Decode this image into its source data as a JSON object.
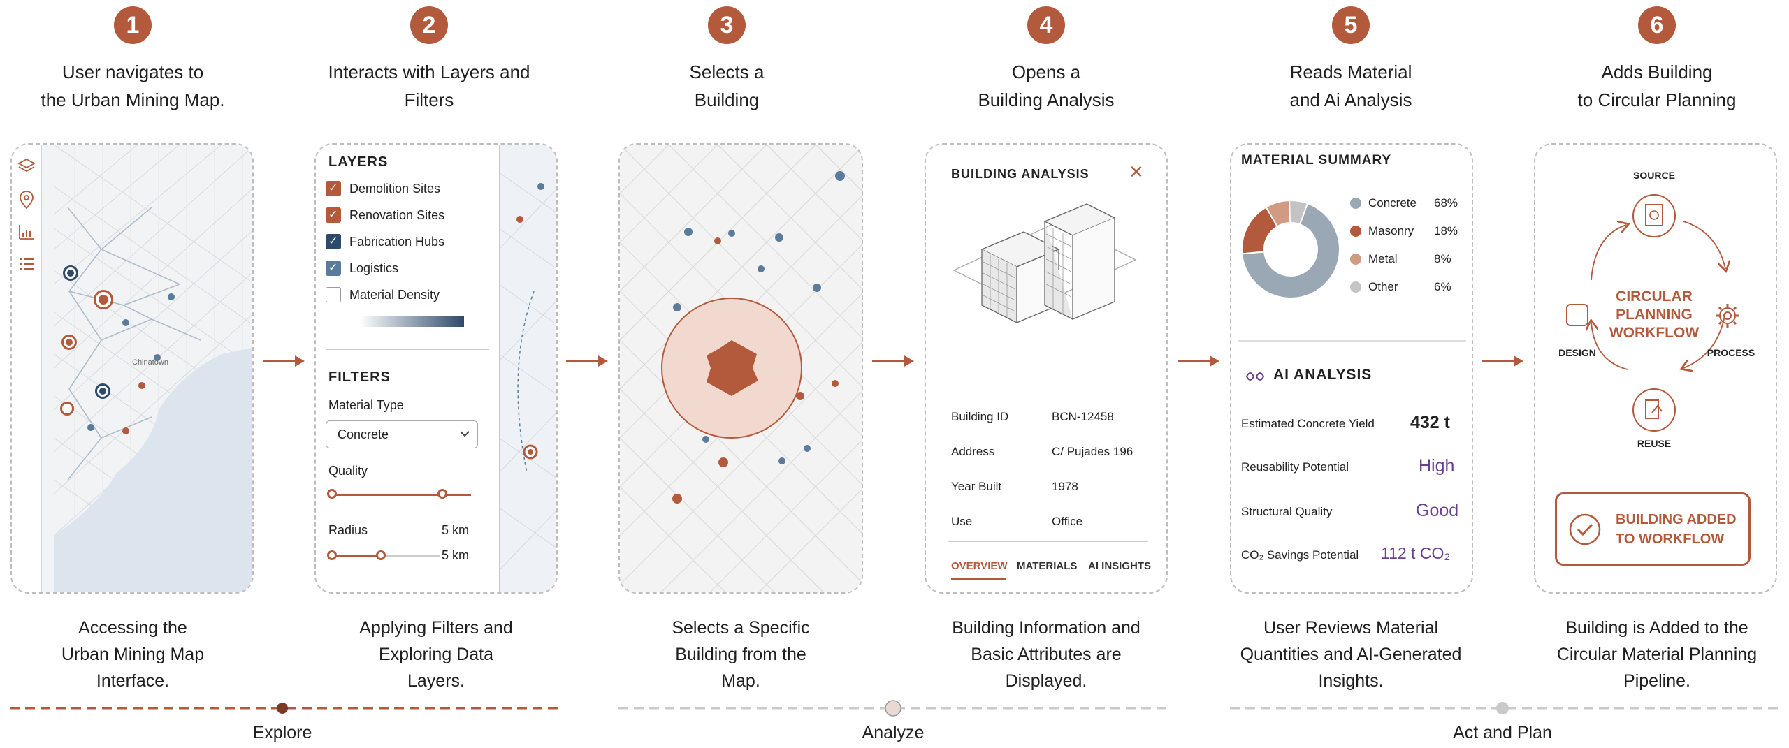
{
  "steps": [
    {
      "num": "1",
      "title_l1": "User navigates to",
      "title_l2": "the Urban Mining Map.",
      "cap_l1": "Accessing the",
      "cap_l2": "Urban Mining Map",
      "cap_l3": "Interface."
    },
    {
      "num": "2",
      "title_l1": "Interacts with Layers and",
      "title_l2": "Filters",
      "cap_l1": "Applying Filters and",
      "cap_l2": "Exploring Data",
      "cap_l3": "Layers."
    },
    {
      "num": "3",
      "title_l1": "Selects a",
      "title_l2": "Building",
      "cap_l1": "Selects a Specific",
      "cap_l2": "Building from the",
      "cap_l3": "Map."
    },
    {
      "num": "4",
      "title_l1": "Opens a",
      "title_l2": "Building Analysis",
      "cap_l1": "Building Information and",
      "cap_l2": "Basic Attributes are",
      "cap_l3": "Displayed."
    },
    {
      "num": "5",
      "title_l1": "Reads Material",
      "title_l2": "and Ai Analysis",
      "cap_l1": "User Reviews Material",
      "cap_l2": "Quantities and AI-Generated",
      "cap_l3": "Insights."
    },
    {
      "num": "6",
      "title_l1": "Adds Building",
      "title_l2": "to Circular Planning",
      "cap_l1": "Building is Added to the",
      "cap_l2": "Circular Material Planning",
      "cap_l3": "Pipeline."
    }
  ],
  "phases": [
    "Explore",
    "Analyze",
    "Act and Plan"
  ],
  "map_label": "Chinatown",
  "layers_panel": {
    "layers_title": "LAYERS",
    "layers": [
      {
        "label": "Demolition Sites",
        "checked": true,
        "color": "#b35a3c"
      },
      {
        "label": "Renovation Sites",
        "checked": true,
        "color": "#b35a3c"
      },
      {
        "label": "Fabrication Hubs",
        "checked": true,
        "color": "#2e4a6b"
      },
      {
        "label": "Logistics",
        "checked": true,
        "color": "#5b7b9b"
      },
      {
        "label": "Material Density",
        "checked": false,
        "color": "#999999"
      }
    ],
    "filters_title": "FILTERS",
    "material_type_label": "Material Type",
    "material_type_value": "Concrete",
    "quality_label": "Quality",
    "radius_label": "Radius",
    "radius_value_1": "5 km",
    "radius_value_2": "5 km"
  },
  "building_analysis": {
    "title": "BUILDING ANALYSIS",
    "close": "✕",
    "fields": [
      {
        "key": "Building ID",
        "value": "BCN-12458"
      },
      {
        "key": "Address",
        "value": "C/ Pujades 196"
      },
      {
        "key": "Year Built",
        "value": "1978"
      },
      {
        "key": "Use",
        "value": "Office"
      }
    ],
    "tabs": [
      "OVERVIEW",
      "MATERIALS",
      "AI INSIGHTS"
    ]
  },
  "material_summary": {
    "title": "MATERIAL SUMMARY",
    "items": [
      {
        "name": "Concrete",
        "pct": "68%",
        "value": 68,
        "color": "#9aa7b4"
      },
      {
        "name": "Masonry",
        "pct": "18%",
        "value": 18,
        "color": "#b35a3c"
      },
      {
        "name": "Metal",
        "pct": "8%",
        "value": 8,
        "color": "#d19a82"
      },
      {
        "name": "Other",
        "pct": "6%",
        "value": 6,
        "color": "#c4c4c4"
      }
    ]
  },
  "ai_analysis": {
    "title": "AI ANALYSIS",
    "rows": [
      {
        "label": "Estimated Concrete Yield",
        "value": "432 t"
      },
      {
        "label": "Reusability Potential",
        "value": "High"
      },
      {
        "label": "Structural Quality",
        "value": "Good"
      },
      {
        "label": "CO₂ Savings Potential",
        "value": "112 t CO₂"
      }
    ]
  },
  "workflow": {
    "center_l1": "CIRCULAR",
    "center_l2": "PLANNING",
    "center_l3": "WORKFLOW",
    "source": "SOURCE",
    "process": "PROCESS",
    "reuse": "REUSE",
    "design": "DESIGN",
    "added_l1": "BUILDING ADDED",
    "added_l2": "TO WORKFLOW"
  },
  "colors": {
    "accent": "#b35a3c",
    "navy": "#2e4a6b",
    "purple": "#6b3f8f"
  }
}
